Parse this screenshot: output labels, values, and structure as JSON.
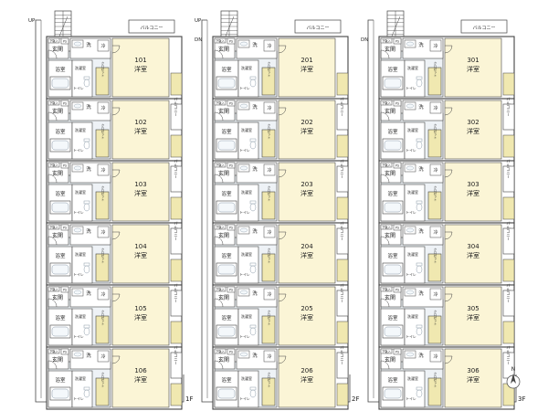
{
  "colors": {
    "wall": "#444444",
    "room_fill": "#fbf5d6",
    "wet_fill": "#eef2f6",
    "closet_fill": "#f0e8b0",
    "balcony_fill": "#ffffff",
    "fixture": "#8a9aa8"
  },
  "labels": {
    "entrance": "玄関",
    "bath": "浴室",
    "toilet": "トイレ",
    "wash": "洗",
    "laundry": "洗濯室",
    "fridge": "冷",
    "closet": "クロゼット",
    "shoe_box": "下駄入",
    "ps": "PS",
    "western_room": "洋室",
    "balcony": "バルコニー",
    "up": "UP",
    "dn": "DN"
  },
  "floors": [
    {
      "label": "1F",
      "stair_up": "UP",
      "stair_dn": "",
      "units": [
        "101",
        "102",
        "103",
        "104",
        "105",
        "106"
      ]
    },
    {
      "label": "2F",
      "stair_up": "UP",
      "stair_dn": "DN",
      "units": [
        "201",
        "202",
        "203",
        "204",
        "205",
        "206"
      ]
    },
    {
      "label": "3F",
      "stair_up": "",
      "stair_dn": "DN",
      "units": [
        "301",
        "302",
        "303",
        "304",
        "305",
        "306"
      ]
    }
  ],
  "compass": {
    "north": "N"
  }
}
